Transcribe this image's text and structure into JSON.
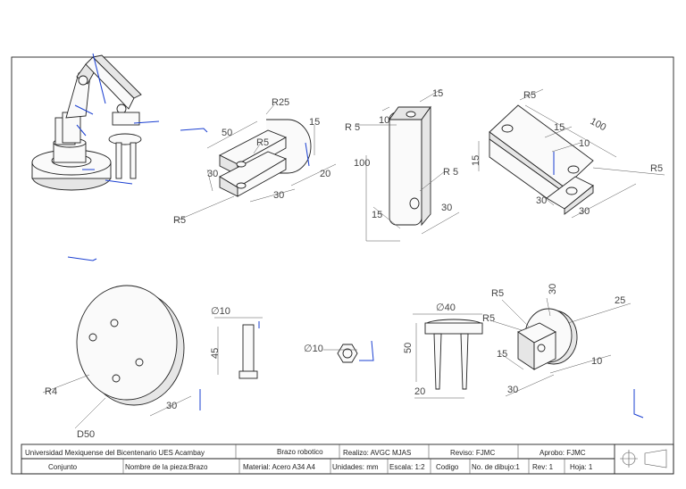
{
  "dimensions": {
    "clevis": {
      "r25": "R25",
      "r5_inner": "R5",
      "d50": "50",
      "d15": "15",
      "d30a": "30",
      "d30b": "30",
      "d20": "20",
      "r5_outer": "R5"
    },
    "link": {
      "r5_top": "R 5",
      "d10": "10",
      "d15_top": "15",
      "d100": "100",
      "r5_bottom": "R 5",
      "d15_bottom": "15",
      "d30": "30"
    },
    "fork": {
      "r5_top": "R5",
      "d100": "100",
      "d15a": "15",
      "d10": "10",
      "d15_left": "15",
      "r5_right": "R5",
      "d30a": "30",
      "d30b": "30"
    },
    "base": {
      "r4": "R4",
      "d50": "D50",
      "d30": "30"
    },
    "pin": {
      "d10": "∅10",
      "d45": "45"
    },
    "nut": {
      "d10": "∅10"
    },
    "gripper": {
      "d40": "∅40",
      "d50": "50",
      "d20": "20"
    },
    "swivel": {
      "r5_top": "R5",
      "r5_mid": "R5",
      "d30_top": "30",
      "d25": "25",
      "d15": "15",
      "d10": "10",
      "d30_bottom": "30"
    }
  },
  "title_block": {
    "university": "Universidad Mexiquense del Bicentenario UES Acambay",
    "project": "Brazo robotico",
    "made_by": "Realizo: AVGC MJAS",
    "reviewed_by": "Reviso: FJMC",
    "approved_by": "Aprobo: FJMC",
    "assembly": "Conjunto",
    "part_name": "Nombre de la pieza:Brazo",
    "material": "Material: Acero A34 A4",
    "units": "Unidades: mm",
    "scale": "Escala: 1:2",
    "code": "Codigo",
    "drawing_no": "No. de dibujo:1",
    "revision": "Rev: 1",
    "sheet": "Hoja: 1"
  }
}
